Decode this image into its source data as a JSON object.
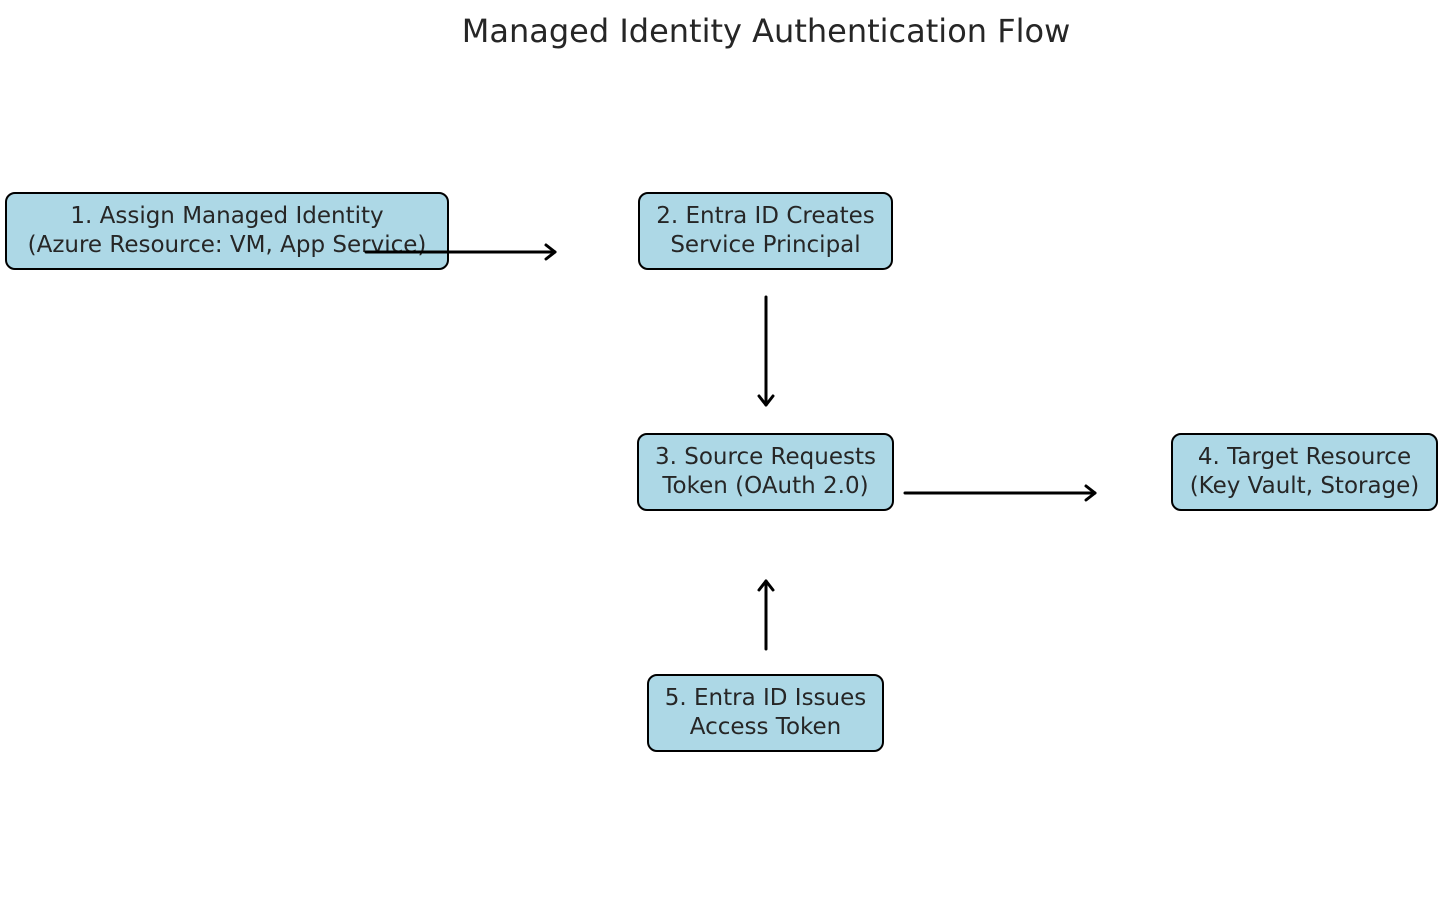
{
  "diagram": {
    "title": "Managed Identity Authentication Flow",
    "nodes": [
      {
        "id": "n1",
        "lines": [
          "1. Assign Managed Identity",
          "(Azure Resource: VM, App Service)"
        ]
      },
      {
        "id": "n2",
        "lines": [
          "2. Entra ID Creates",
          "Service Principal"
        ]
      },
      {
        "id": "n3",
        "lines": [
          "3. Source Requests",
          "Token (OAuth 2.0)"
        ]
      },
      {
        "id": "n4",
        "lines": [
          "4. Target Resource",
          "(Key Vault, Storage)"
        ]
      },
      {
        "id": "n5",
        "lines": [
          "5. Entra ID Issues",
          "Access Token"
        ]
      }
    ],
    "edges": [
      {
        "from": "n1",
        "to": "n2"
      },
      {
        "from": "n2",
        "to": "n3"
      },
      {
        "from": "n3",
        "to": "n4"
      },
      {
        "from": "n5",
        "to": "n3"
      }
    ],
    "colors": {
      "node_fill": "#add8e6",
      "node_border": "#000000",
      "arrow": "#000000",
      "text": "#262626"
    }
  }
}
